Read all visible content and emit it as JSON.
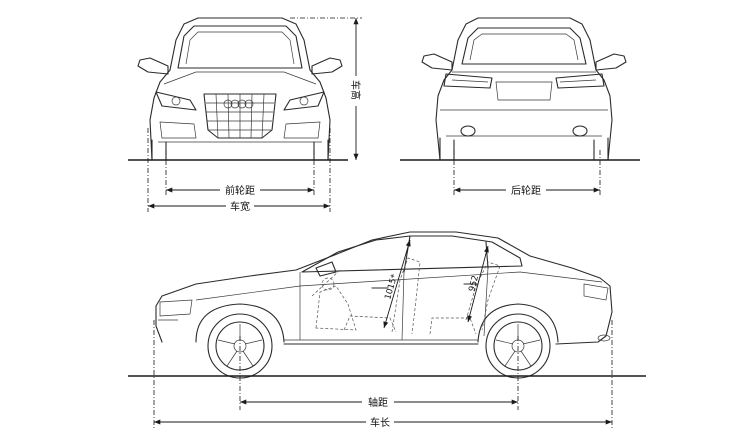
{
  "labels": {
    "front_track": "前轮距",
    "width": "车宽",
    "height": "车高",
    "rear_track": "后轮距",
    "wheelbase": "轴距",
    "length": "车长",
    "front_headroom": "1015*",
    "rear_headroom": "952"
  }
}
